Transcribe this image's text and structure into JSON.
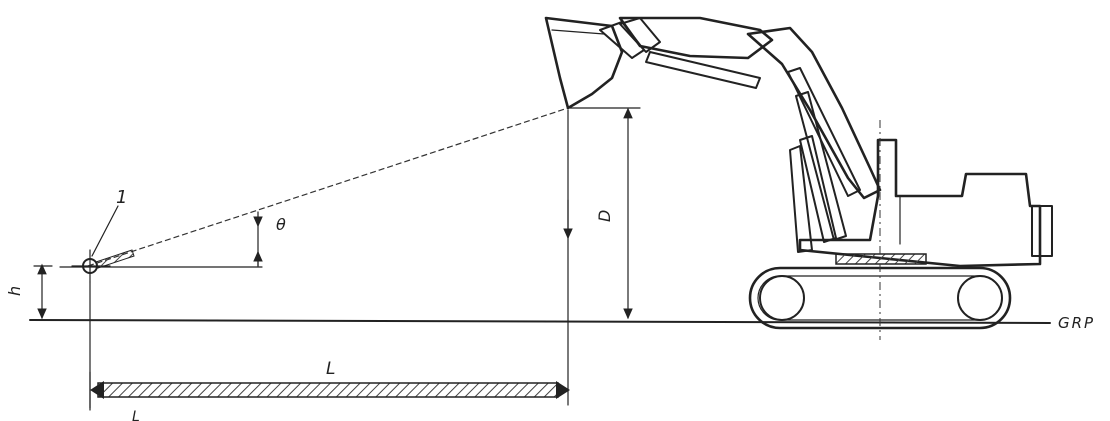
{
  "labels": {
    "marker_number": "1",
    "angle": "θ",
    "height_large": "D",
    "height_small": "h",
    "length": "L",
    "length_lower": "L",
    "ground_reference": "GRP"
  },
  "colors": {
    "line": "#222222",
    "background": "#ffffff",
    "hatch": "#444444"
  }
}
